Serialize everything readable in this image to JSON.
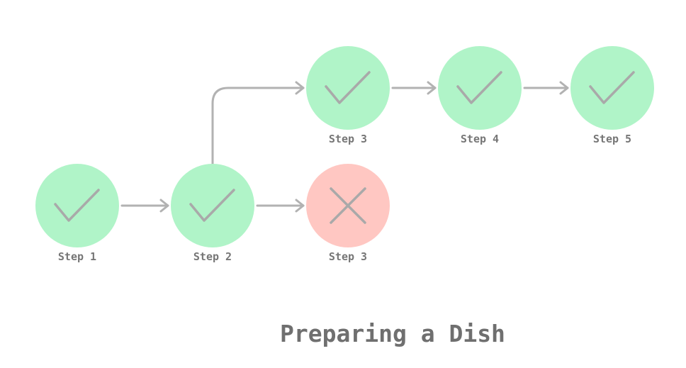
{
  "title": "Preparing a Dish",
  "colors": {
    "success_fill": "#b0f4c8",
    "failure_fill": "#ffc7c2",
    "mark_stroke": "#a9a9a9",
    "arrow_stroke": "#b2b2b2",
    "label_text": "#767676"
  },
  "nodes": [
    {
      "id": "step1",
      "label": "Step 1",
      "status": "success",
      "icon": "check-icon"
    },
    {
      "id": "step2",
      "label": "Step 2",
      "status": "success",
      "icon": "check-icon"
    },
    {
      "id": "step3_fail",
      "label": "Step 3",
      "status": "failure",
      "icon": "x-icon"
    },
    {
      "id": "step3",
      "label": "Step 3",
      "status": "success",
      "icon": "check-icon"
    },
    {
      "id": "step4",
      "label": "Step 4",
      "status": "success",
      "icon": "check-icon"
    },
    {
      "id": "step5",
      "label": "Step 5",
      "status": "success",
      "icon": "check-icon"
    }
  ],
  "edges": [
    {
      "from": "step1",
      "to": "step2"
    },
    {
      "from": "step2",
      "to": "step3_fail"
    },
    {
      "from": "step2",
      "to": "step3"
    },
    {
      "from": "step3",
      "to": "step4"
    },
    {
      "from": "step4",
      "to": "step5"
    }
  ]
}
